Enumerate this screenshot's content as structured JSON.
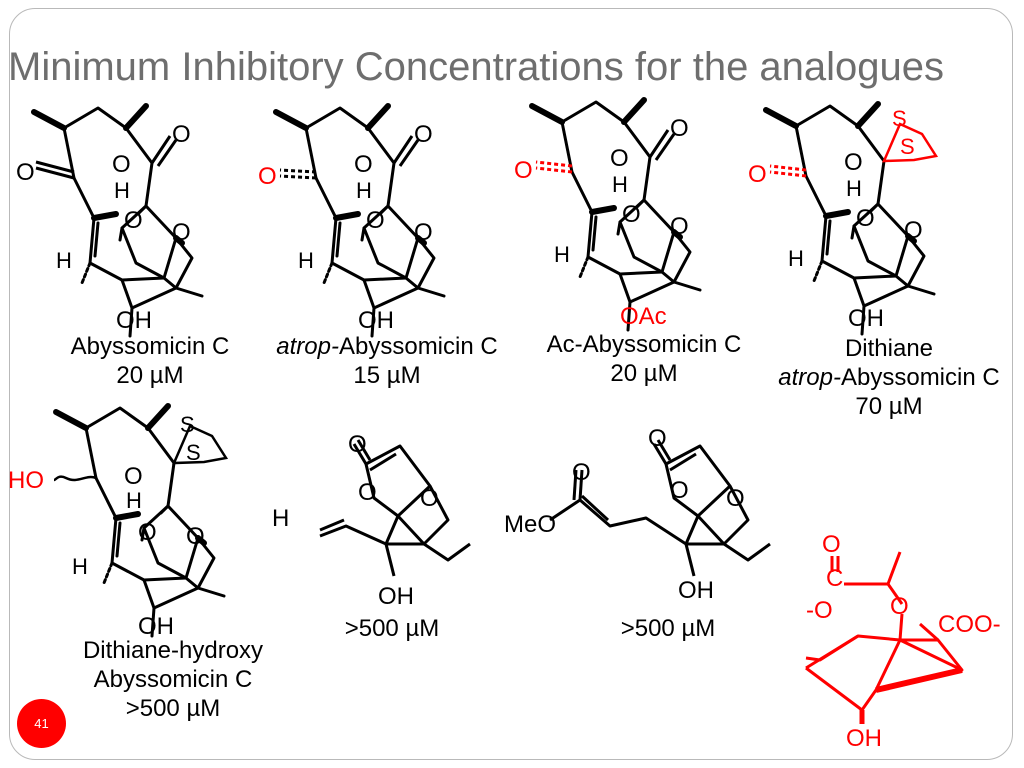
{
  "slide": {
    "title": "Minimum Inhibitory Concentrations for the analogues",
    "page_number": "41"
  },
  "compounds": [
    {
      "name_prefix": "",
      "name": "Abyssomicin C",
      "mic": "20 µM"
    },
    {
      "name_prefix": "atrop-",
      "name": "Abyssomicin C",
      "mic": "15 µM"
    },
    {
      "name_prefix": "",
      "name": "Ac-Abyssomicin C",
      "mic": "20 µM"
    },
    {
      "name_line1": "Dithiane",
      "name_prefix": "atrop-",
      "name": "Abyssomicin C",
      "mic": "70 µM"
    },
    {
      "name_line1": "Dithiane-hydroxy",
      "name": "Abyssomicin C",
      "mic": ">500 µM"
    },
    {
      "mic": ">500 µM"
    },
    {
      "mic": ">500 µM"
    }
  ],
  "atom_labels": {
    "O": "O",
    "H": "H",
    "OH": "OH",
    "OAc": "OAc",
    "S": "S",
    "HO": "HO",
    "MeO": "MeO",
    "C": "C",
    "O_minus": "-O",
    "COO_minus": "COO-"
  },
  "colors": {
    "title": "#6e6e6e",
    "highlight": "#ff0000",
    "bond": "#000000",
    "badge": "#ff0000"
  }
}
